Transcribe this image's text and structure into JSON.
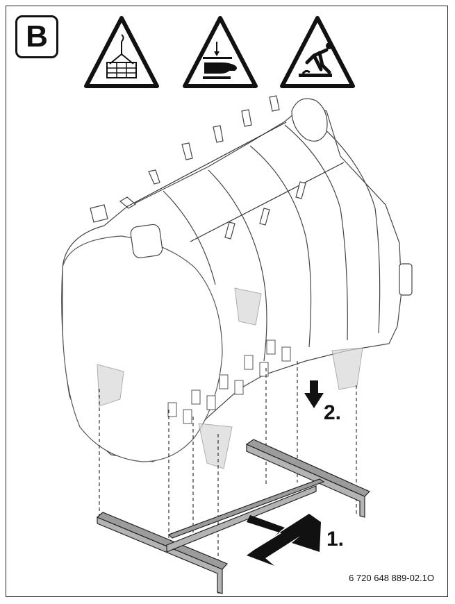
{
  "figure": {
    "label": "B",
    "steps": {
      "step1": "1.",
      "step2": "2."
    },
    "code": "6 720 648 889-02.1O",
    "warnings": [
      {
        "icon": "lifting-load-warning-icon"
      },
      {
        "icon": "crush-hazard-hand-warning-icon"
      },
      {
        "icon": "trip-hazard-warning-icon"
      }
    ],
    "colors": {
      "line": "#111111",
      "gray": "#8c8c8c",
      "frame_gray": "#b4b4b4"
    }
  }
}
